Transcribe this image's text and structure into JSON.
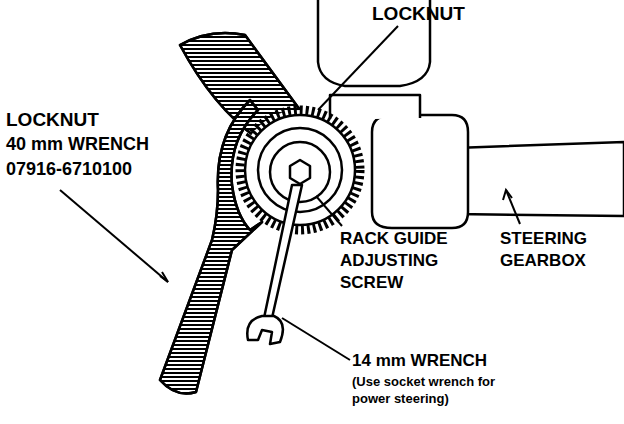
{
  "diagram": {
    "labels": [
      "LOCKNUT",
      "LOCKNUT",
      "40 mm WRENCH",
      "07916-6710100",
      "RACK GUIDE ADJUSTING SCREW",
      "STEERING GEARBOX",
      "14 mm WRENCH",
      "(Use socket wrench for power steering)"
    ]
  }
}
